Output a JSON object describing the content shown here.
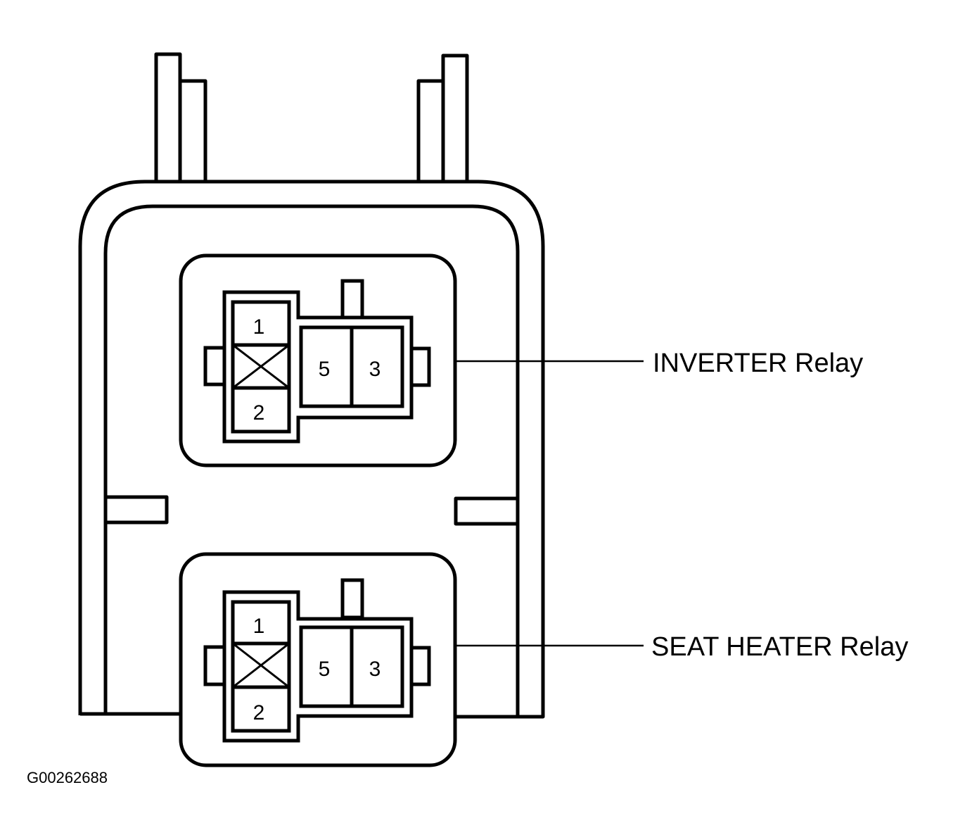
{
  "figure_id": "G00262688",
  "relays": [
    {
      "label": "INVERTER Relay",
      "pins": {
        "top_left": "1",
        "bottom_left": "2",
        "middle": "5",
        "right": "3"
      }
    },
    {
      "label": "SEAT HEATER Relay",
      "pins": {
        "top_left": "1",
        "bottom_left": "2",
        "middle": "5",
        "right": "3"
      }
    }
  ],
  "colors": {
    "line": "#000000",
    "background": "#ffffff"
  }
}
